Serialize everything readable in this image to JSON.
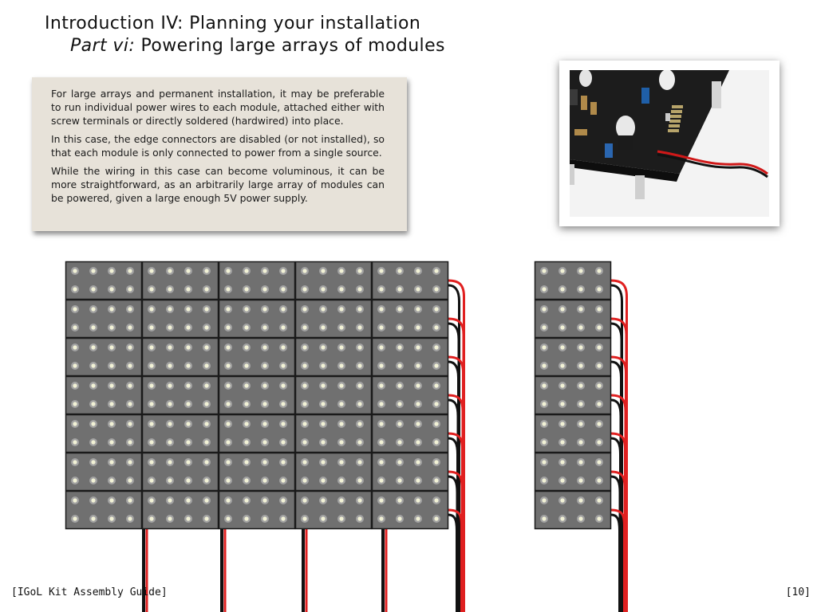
{
  "slide": {
    "title_line1": "Introduction IV: Planning your installation",
    "title_line2_italic": "Part vi:",
    "title_line2_rest": " Powering large arrays of modules"
  },
  "note": {
    "paragraphs": [
      "For large arrays and permanent installation, it may be preferable to run individual power wires to each module, attached either with screw terminals or directly soldered (hardwired) into place.",
      "In this case, the edge connectors are disabled (or not installed), so that each module is only connected to power from a single source.",
      "While the wiring in this case can become voluminous, it can be more straightforward, as an arbitrarily large array of modules can be powered, given a large enough 5V power supply."
    ]
  },
  "photo": {
    "subject": "circuit board module with power wires"
  },
  "diagram": {
    "large_array": {
      "columns": 5,
      "rows": 7
    },
    "single_column": {
      "columns": 1,
      "rows": 7
    },
    "module_color": "#707070",
    "led_color": "#f2f2d6",
    "wire_red": "#e02020",
    "wire_black": "#111111"
  },
  "footer": {
    "left": "[IGoL Kit Assembly Guide]",
    "right": "[10]"
  }
}
